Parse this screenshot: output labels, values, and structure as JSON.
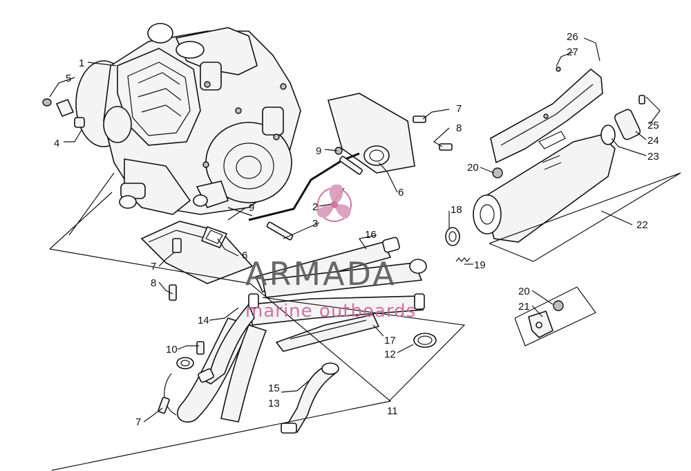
{
  "callouts": [
    {
      "id": "c1",
      "text": "1"
    },
    {
      "id": "c5a",
      "text": "5"
    },
    {
      "id": "c4",
      "text": "4"
    },
    {
      "id": "c9a",
      "text": "9"
    },
    {
      "id": "c2",
      "text": "2"
    },
    {
      "id": "c3",
      "text": "3"
    },
    {
      "id": "c9b",
      "text": "9"
    },
    {
      "id": "c6a",
      "text": "6"
    },
    {
      "id": "c7a",
      "text": "7"
    },
    {
      "id": "c8a",
      "text": "8"
    },
    {
      "id": "c6b",
      "text": "6"
    },
    {
      "id": "c7b",
      "text": "7"
    },
    {
      "id": "c8b",
      "text": "8"
    },
    {
      "id": "c16",
      "text": "16"
    },
    {
      "id": "c18",
      "text": "18"
    },
    {
      "id": "c19",
      "text": "19"
    },
    {
      "id": "c14",
      "text": "14"
    },
    {
      "id": "c10",
      "text": "10"
    },
    {
      "id": "c17",
      "text": "17"
    },
    {
      "id": "c12",
      "text": "12"
    },
    {
      "id": "c15",
      "text": "15"
    },
    {
      "id": "c13",
      "text": "13"
    },
    {
      "id": "c7c",
      "text": "7"
    },
    {
      "id": "c11",
      "text": "11"
    },
    {
      "id": "c26",
      "text": "26"
    },
    {
      "id": "c27",
      "text": "27"
    },
    {
      "id": "c25",
      "text": "25"
    },
    {
      "id": "c24",
      "text": "24"
    },
    {
      "id": "c23",
      "text": "23"
    },
    {
      "id": "c20a",
      "text": "20"
    },
    {
      "id": "c22",
      "text": "22"
    },
    {
      "id": "c20b",
      "text": "20"
    },
    {
      "id": "c21",
      "text": "21"
    }
  ],
  "watermark": {
    "brand": "ARMADA",
    "tagline": "marine outboards",
    "colors": {
      "brand": "#595959",
      "accent": "#cc6699"
    }
  }
}
